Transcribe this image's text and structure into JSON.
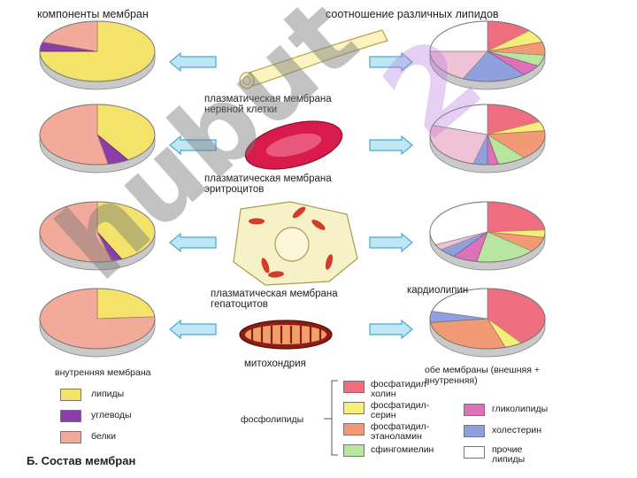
{
  "headers": {
    "left": "компоненты мембран",
    "right": "соотношение различных липидов"
  },
  "membranes": [
    {
      "label": "плазматическая мембрана нервной клетки",
      "components": [
        0.75,
        0.05,
        0.2
      ],
      "lipids": [
        0.13,
        0.07,
        0.07,
        0.06,
        0.06,
        0.18,
        0.18,
        0.25
      ]
    },
    {
      "label": "плазматическая мембрана эритроцитов",
      "components": [
        0.41,
        0.06,
        0.53
      ],
      "lipids": [
        0.18,
        0.05,
        0.16,
        0.08,
        0.03,
        0.04,
        0.26,
        0.2
      ]
    },
    {
      "label": "плазматическая мембрана гепатоцитов",
      "components": [
        0.43,
        0.03,
        0.54
      ],
      "lipids": [
        0.24,
        0.04,
        0.08,
        0.17,
        0.07,
        0.05,
        0.03,
        0.32
      ]
    },
    {
      "label": "митохондрия",
      "bottom_left_label": "внутренняя мембрана",
      "bottom_right_label": "обе мембраны (внешняя + внутренняя)",
      "extra_label": "кардиолипин",
      "components": [
        0.24,
        0.0,
        0.76
      ],
      "lipids": [
        0.4,
        0.05,
        0.28,
        0.0,
        0.0,
        0.06,
        0.0,
        0.21
      ]
    }
  ],
  "legend_left": [
    {
      "label": "липиды",
      "color": "#f3e36a"
    },
    {
      "label": "углеводы",
      "color": "#8a3ea8"
    },
    {
      "label": "белки",
      "color": "#f2aa9a"
    }
  ],
  "legend_right": {
    "group_label": "фосфолипиды",
    "phospholipids": [
      {
        "label": "фосфатидил-холин",
        "color": "#ee6e80"
      },
      {
        "label": "фосфатидил-серин",
        "color": "#f5ee7a"
      },
      {
        "label": "фосфатидил-этаноламин",
        "color": "#f29a76"
      },
      {
        "label": "сфингомиелин",
        "color": "#b8e6a0"
      }
    ],
    "others": [
      {
        "label": "гликолипиды",
        "color": "#e070b8"
      },
      {
        "label": "холестерин",
        "color": "#8ea0dd"
      },
      {
        "label": "прочие липиды",
        "color": "#ffffff"
      }
    ]
  },
  "footer_title": "Б. Состав мембран",
  "watermark_main": "hubut",
  "watermark_corner": "2"
}
